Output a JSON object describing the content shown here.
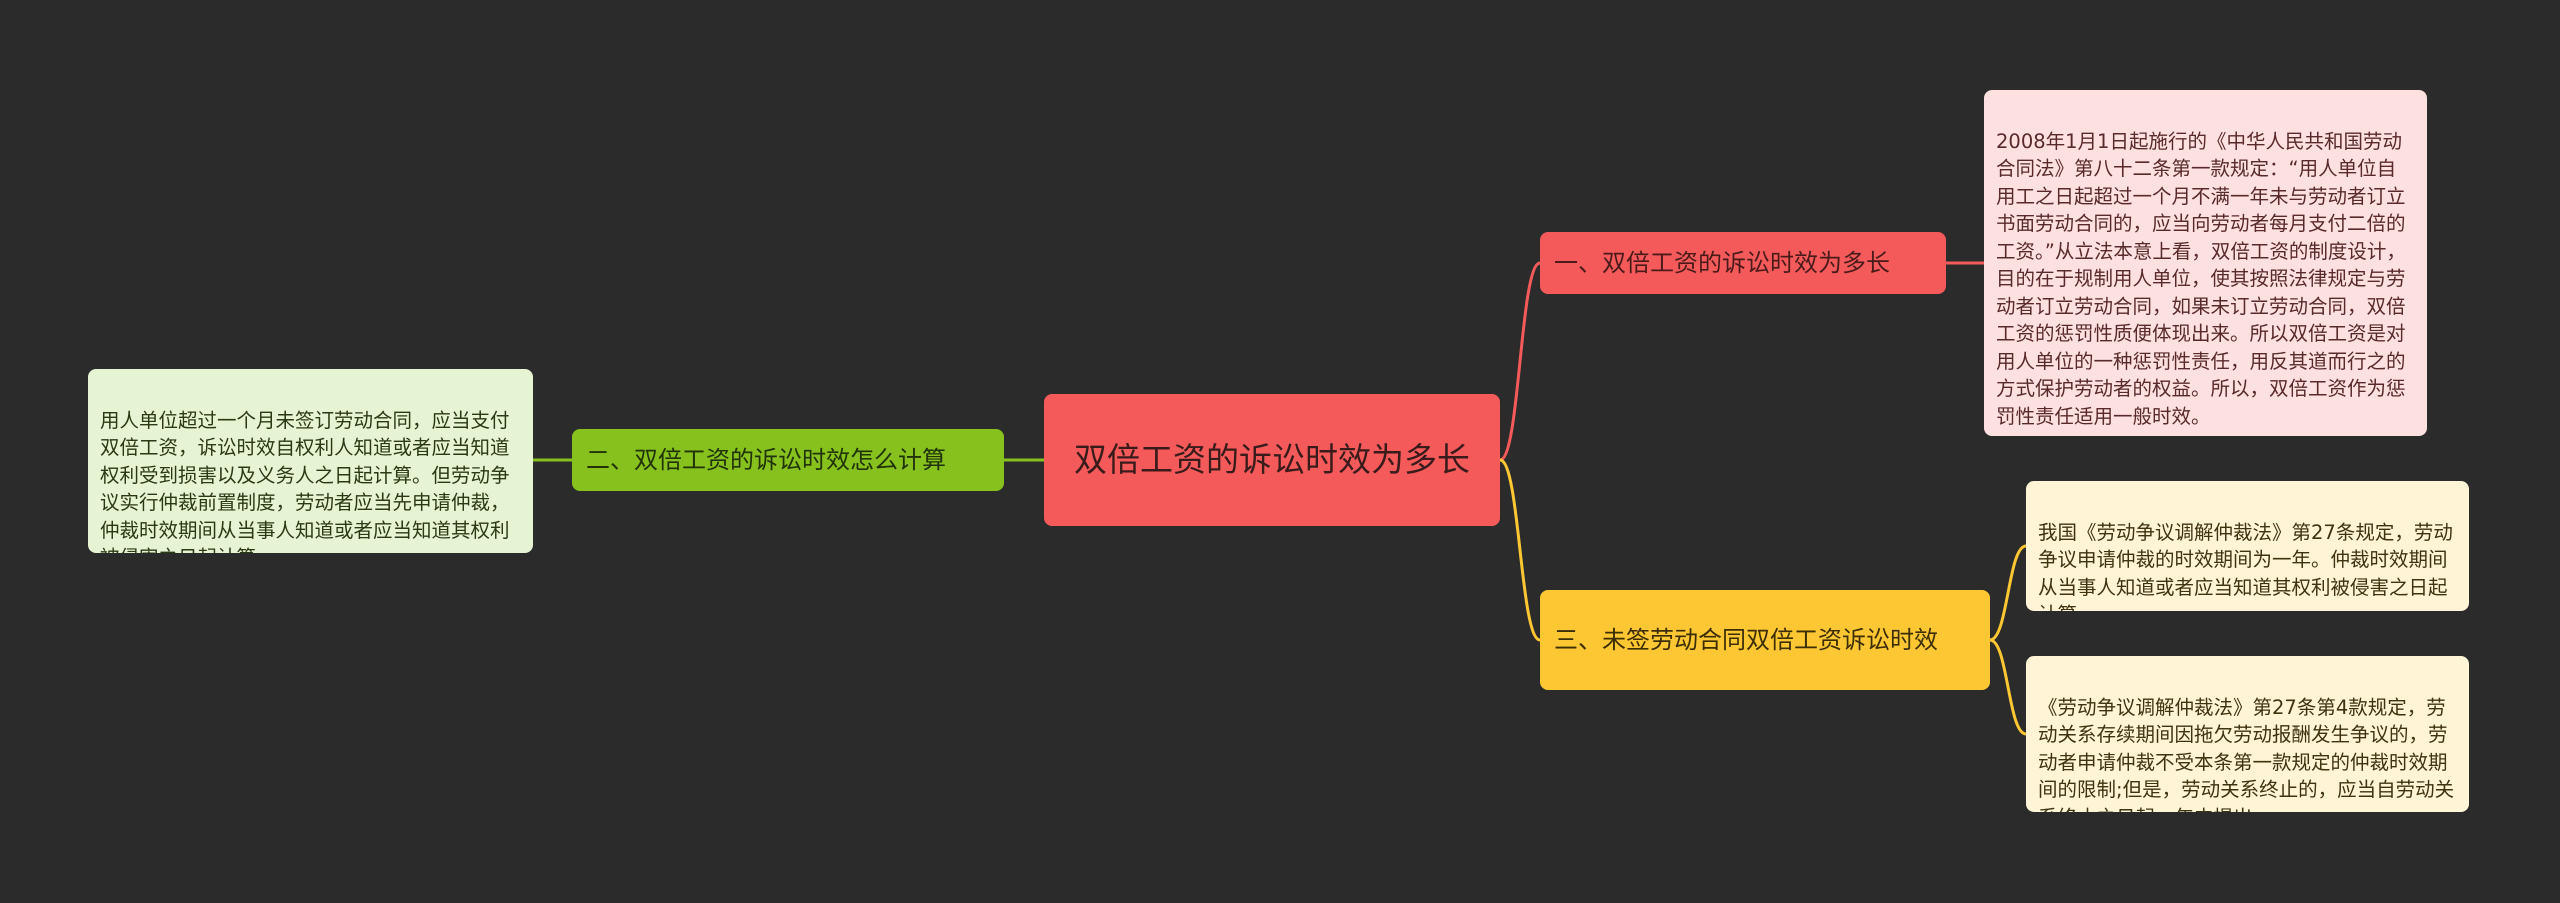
{
  "colors": {
    "background": "#2b2b2b",
    "root": "#f55a5a",
    "branch_1": "#f55a5a",
    "branch_2": "#86c11e",
    "branch_3": "#fcc732",
    "leaf_1": "#fde0e0",
    "leaf_2": "#e6f4d3",
    "leaf_3": "#fff4d6"
  },
  "mindmap": {
    "root": "双倍工资的诉讼时效为多长",
    "branches": [
      {
        "label": "一、双倍工资的诉讼时效为多长",
        "leaves": [
          "2008年1月1日起施行的《中华人民共和国劳动合同法》第八十二条第一款规定：“用人单位自用工之日起超过一个月不满一年未与劳动者订立书面劳动合同的，应当向劳动者每月支付二倍的工资。”从立法本意上看，双倍工资的制度设计，目的在于规制用人单位，使其按照法律规定与劳动者订立劳动合同，如果未订立劳动合同，双倍工资的惩罚性质便体现出来。所以双倍工资是对用人单位的一种惩罚性责任，用反其道而行之的方式保护劳动者的权益。所以，双倍工资作为惩罚性责任适用一般时效。"
        ]
      },
      {
        "label": "二、双倍工资的诉讼时效怎么计算",
        "leaves": [
          "用人单位超过一个月未签订劳动合同，应当支付双倍工资，诉讼时效自权利人知道或者应当知道权利受到损害以及义务人之日起计算。但劳动争议实行仲裁前置制度，劳动者应当先申请仲裁，仲裁时效期间从当事人知道或者应当知道其权利被侵害之日起计算。"
        ]
      },
      {
        "label": "三、未签劳动合同双倍工资诉讼时效",
        "leaves": [
          "我国《劳动争议调解仲裁法》第27条规定，劳动争议申请仲裁的时效期间为一年。仲裁时效期间从当事人知道或者应当知道其权利被侵害之日起计算。",
          "《劳动争议调解仲裁法》第27条第4款规定，劳动关系存续期间因拖欠劳动报酬发生争议的，劳动者申请仲裁不受本条第一款规定的仲裁时效期间的限制;但是，劳动关系终止的，应当自劳动关系终止之日起一年内提出。"
        ]
      }
    ]
  }
}
